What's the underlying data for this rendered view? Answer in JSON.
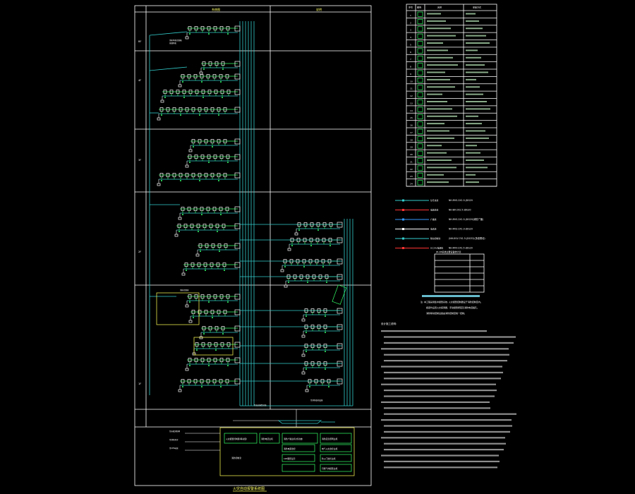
{
  "drawing": {
    "title": "火灾自动报警系统图",
    "col_headers": [
      "系统图",
      "说明"
    ]
  },
  "legend_title_cols": [
    "序号",
    "图例",
    "名称",
    "安装方式"
  ],
  "legend_rows": 24,
  "cable_lines": [
    {
      "color": "#33cccc",
      "label": "信号总线",
      "spec": "NH-RVS-2X1.5-JDG20"
    },
    {
      "color": "#ff3333",
      "label": "电源总线",
      "spec": "NH-BV-2X2.5-JDG20"
    },
    {
      "color": "#3399ff",
      "label": "广播线",
      "spec": "NH-RVS-2X1.5-JDG20(消防广播)"
    },
    {
      "color": "#ffffff",
      "label": "电话线",
      "spec": "NH-RVS-2X1.0-JDG20"
    },
    {
      "color": "#33cccc",
      "label": "联动控制线",
      "spec": "(NH-KVV-7X1.5-JDG32)(多线联动)"
    },
    {
      "color": "#ff3333",
      "label": "DC24V电源线",
      "spec": "NH-RVV-2X1.5-JDG20"
    }
  ],
  "small_table_title": "JB-QB系统主要设备统计表",
  "notes": [
    "注: 本工程采用集中报警系统, 火灾报警控制器设于消防控制室内。",
    "各层均设置火灾探测器、手动报警按钮及消防电话插孔。",
    "消防联动控制设备由消防控制室统一控制。"
  ],
  "design_notes_title": "设计施工说明:"
}
